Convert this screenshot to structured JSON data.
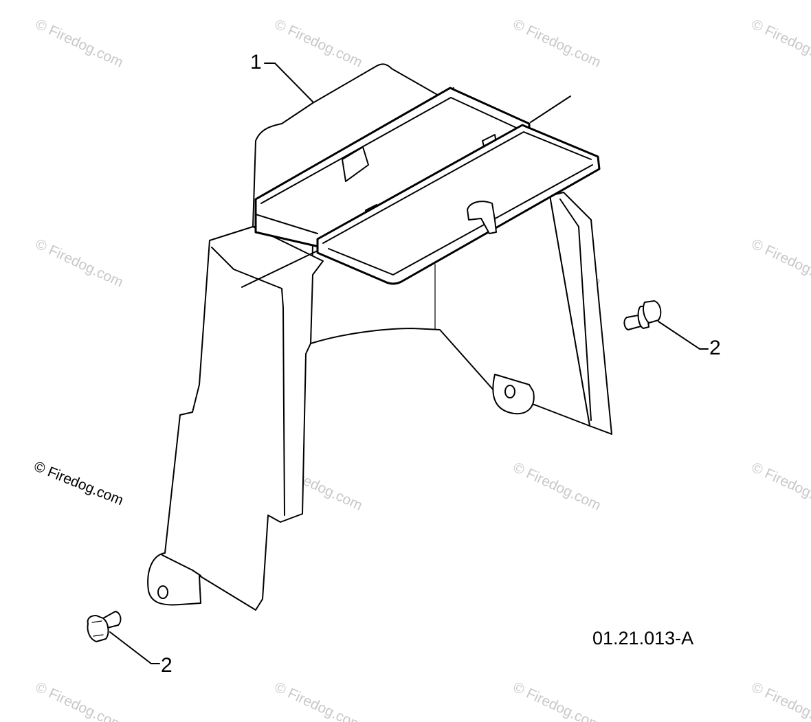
{
  "callouts": {
    "cover_label": "1",
    "screw_right_label": "2",
    "screw_left_label": "2"
  },
  "diagram_code": "01.21.013-A",
  "watermark": {
    "text": "© Firedog.com"
  },
  "icons": {
    "cover": "battery-cover-part",
    "screw": "flange-screw-part"
  },
  "colors": {
    "line": "#000000",
    "watermark": "#c8c8c8",
    "background": "#ffffff"
  }
}
